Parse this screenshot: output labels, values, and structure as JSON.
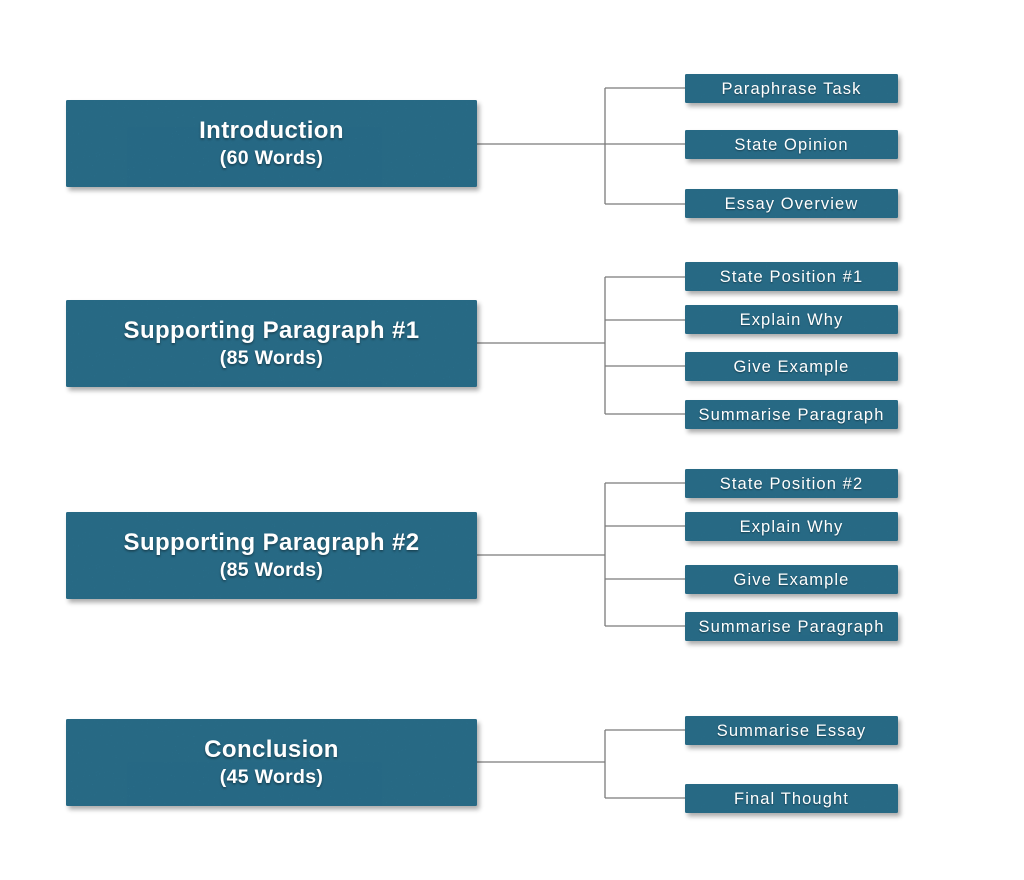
{
  "diagram": {
    "description": "Essay structure plan diagram",
    "colors": {
      "background": "#ffffff",
      "box_fill": "#3287aa",
      "box_text": "#ffffff",
      "connector_line": "#7b7b7b"
    }
  },
  "groups": [
    {
      "title": "Introduction",
      "subtitle": "(60 Words)",
      "children": [
        "Paraphrase Task",
        "State Opinion",
        "Essay Overview"
      ]
    },
    {
      "title": "Supporting Paragraph #1",
      "subtitle": "(85 Words)",
      "children": [
        "State Position #1",
        "Explain Why",
        "Give Example",
        "Summarise Paragraph"
      ]
    },
    {
      "title": "Supporting Paragraph #2",
      "subtitle": "(85 Words)",
      "children": [
        "State Position #2",
        "Explain Why",
        "Give Example",
        "Summarise Paragraph"
      ]
    },
    {
      "title": "Conclusion",
      "subtitle": "(45 Words)",
      "children": [
        "Summarise Essay",
        "Final Thought"
      ]
    }
  ]
}
